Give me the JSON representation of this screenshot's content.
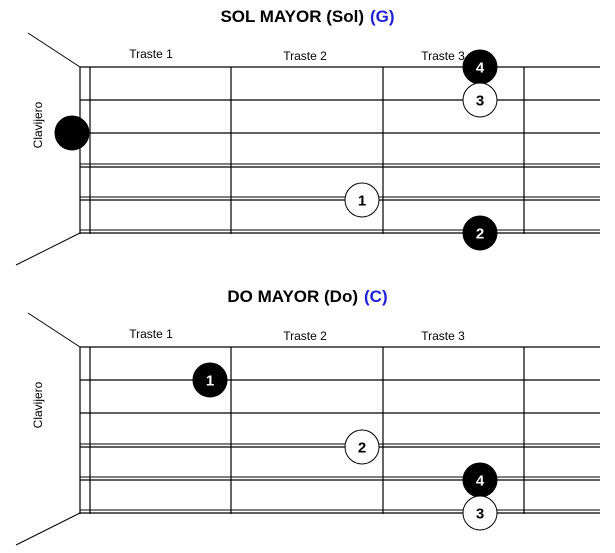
{
  "chords": [
    {
      "title": "SOL MAYOR (Sol)",
      "symbol": "(G)",
      "fret_labels": [
        "Traste 1",
        "Traste 2",
        "Traste 3"
      ],
      "nut_label": "Clavijero",
      "dots": [
        {
          "finger": "4",
          "string": 1,
          "fret": 3,
          "style": "filled"
        },
        {
          "finger": "3",
          "string": 2,
          "fret": 3,
          "style": "open"
        },
        {
          "finger": "",
          "string": 3,
          "fret": 0,
          "style": "filled"
        },
        {
          "finger": "1",
          "string": 5,
          "fret": 2,
          "style": "open"
        },
        {
          "finger": "2",
          "string": 6,
          "fret": 3,
          "style": "filled"
        }
      ]
    },
    {
      "title": "DO MAYOR (Do)",
      "symbol": "(C)",
      "fret_labels": [
        "Traste 1",
        "Traste 2",
        "Traste 3"
      ],
      "nut_label": "Clavijero",
      "dots": [
        {
          "finger": "1",
          "string": 2,
          "fret": 1,
          "style": "filled"
        },
        {
          "finger": "2",
          "string": 4,
          "fret": 2,
          "style": "open"
        },
        {
          "finger": "4",
          "string": 5,
          "fret": 3,
          "style": "filled"
        },
        {
          "finger": "3",
          "string": 6,
          "fret": 3,
          "style": "open"
        }
      ]
    }
  ]
}
